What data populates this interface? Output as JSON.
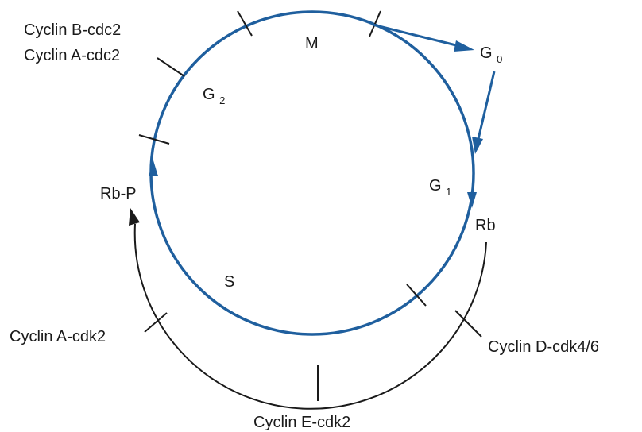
{
  "phases": {
    "m": "M",
    "g0_main": "G",
    "g0_sub": "0",
    "g1_main": "G",
    "g1_sub": "1",
    "g2_main": "G",
    "g2_sub": "2",
    "s": "S"
  },
  "labels": {
    "rb": "Rb",
    "rb_p": "Rb-P",
    "cyclin_b_cdc2": "Cyclin B-cdc2",
    "cyclin_a_cdc2": "Cyclin A-cdc2",
    "cyclin_a_cdk2": "Cyclin A-cdk2",
    "cyclin_e_cdk2": "Cyclin E-cdk2",
    "cyclin_d_cdk46": "Cyclin D-cdk4/6"
  },
  "colors": {
    "cycle": "#1f5f9e",
    "text": "#1a1a1a"
  }
}
